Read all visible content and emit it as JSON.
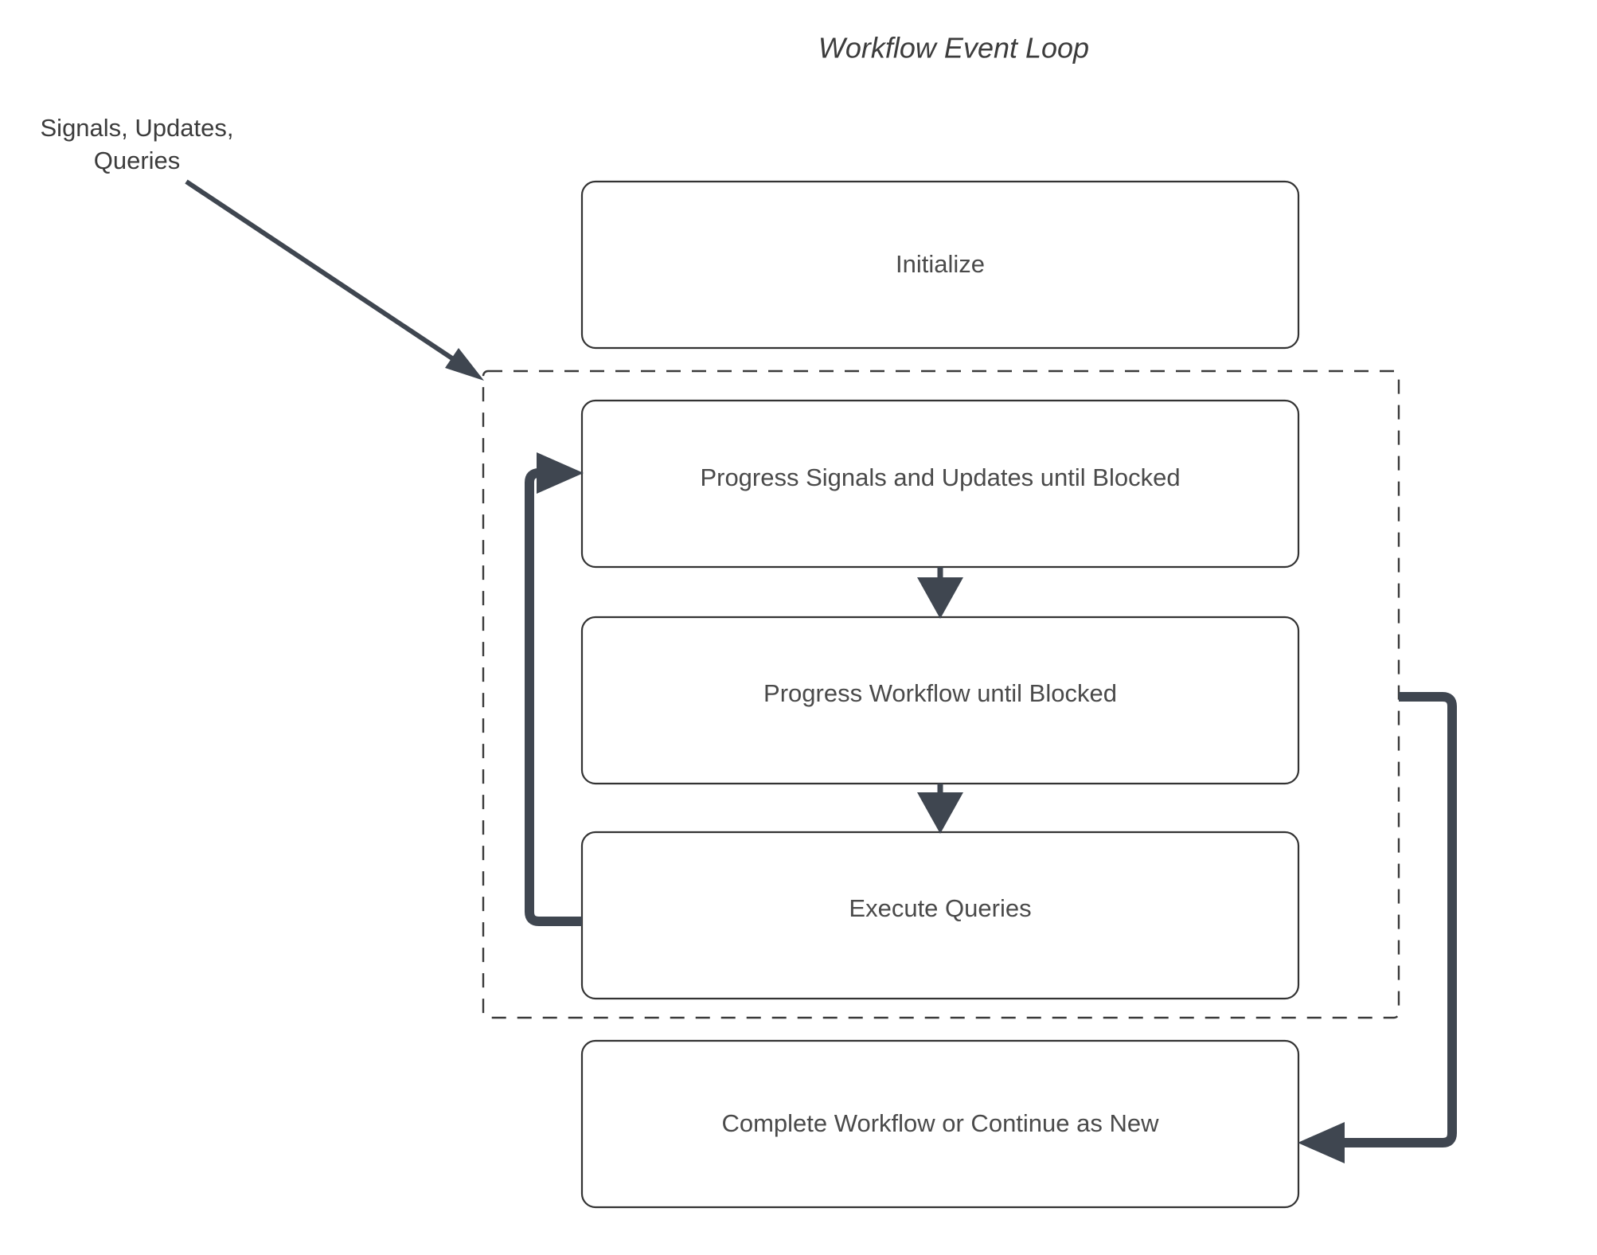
{
  "diagram": {
    "title": "Workflow Event Loop",
    "type": "flowchart",
    "background_color": "#ffffff",
    "node_border_color": "#333333",
    "node_fill_color": "#ffffff",
    "link_color": "#3f4650",
    "text_color": "#4a4a4a",
    "group_border_style": "dashed"
  },
  "edge_labels": {
    "input_line1": "Signals, Updates,",
    "input_line2": "Queries"
  },
  "nodes": {
    "initialize": {
      "label": "Initialize"
    },
    "progress_signals": {
      "label": "Progress Signals and Updates until Blocked"
    },
    "progress_workflow": {
      "label": "Progress Workflow until Blocked"
    },
    "execute_queries": {
      "label": "Execute Queries"
    },
    "complete_workflow": {
      "label": "Complete Workflow or Continue as New"
    }
  }
}
